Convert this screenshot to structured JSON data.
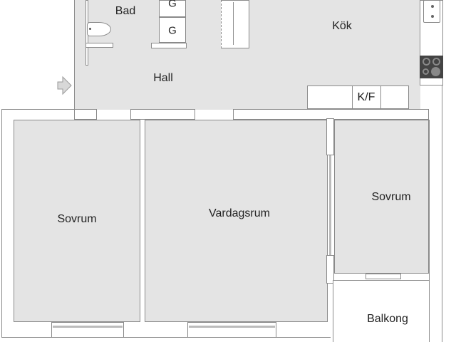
{
  "plan": {
    "rooms": {
      "bad": "Bad",
      "hall": "Hall",
      "kok": "Kök",
      "kf": "K/F",
      "sovrum_left": "Sovrum",
      "vardagsrum": "Vardagsrum",
      "sovrum_right": "Sovrum",
      "balkong": "Balkong"
    },
    "appliances": {
      "g1": "G",
      "g2": "G"
    },
    "icons": [
      "entrance-arrow-icon",
      "toilet-icon",
      "sink-icon",
      "stove-icon"
    ],
    "colors": {
      "floor": "#e4e4e4",
      "wall_line": "#8a8a8a",
      "stove": "#444444"
    }
  }
}
